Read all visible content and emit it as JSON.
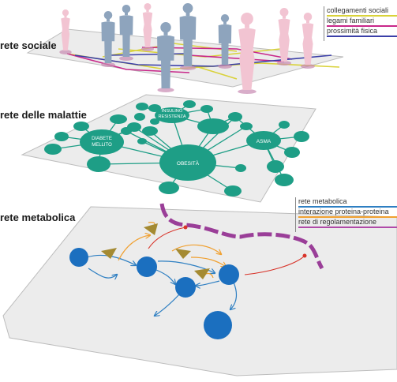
{
  "layers": {
    "social": {
      "title": "rete sociale"
    },
    "disease": {
      "title": "rete delle malattie"
    },
    "metabolic": {
      "title": "rete metabolica"
    }
  },
  "legends": {
    "social": [
      {
        "label": "collegamenti sociali",
        "color": "#d9d23a"
      },
      {
        "label": "legami familiari",
        "color": "#c8288a"
      },
      {
        "label": "prossimità fisica",
        "color": "#3b3fa8"
      }
    ],
    "metabolic": [
      {
        "label": "rete metabolica",
        "color": "#2e7fc2"
      },
      {
        "label": "interazione proteina-proteina",
        "color": "#f0a030"
      },
      {
        "label": "rete di regolamentazione",
        "color": "#b04aa8"
      }
    ]
  },
  "disease_nodes": [
    {
      "id": "obesita",
      "label": "OBESITÀ"
    },
    {
      "id": "diabete",
      "label": "DIABETE MELLITO"
    },
    {
      "id": "insulino",
      "label": "INSULINO RESISTENZA"
    },
    {
      "id": "asma",
      "label": "ASMA"
    }
  ],
  "colors": {
    "plane": "#ececec",
    "plane_edge": "#bdbdbd",
    "disease_node": "#1e9e86",
    "metabolic_node": "#1b6fbf",
    "person_female": "#f2c4d2",
    "person_male": "#8ea4bd",
    "regulation_band": "#9a3e98",
    "enzyme": "#a48a32",
    "inhibition": "#d8342a"
  },
  "icons": [
    "person-female-icon",
    "person-male-icon",
    "enzyme-triangle-icon",
    "arrow-icon"
  ]
}
